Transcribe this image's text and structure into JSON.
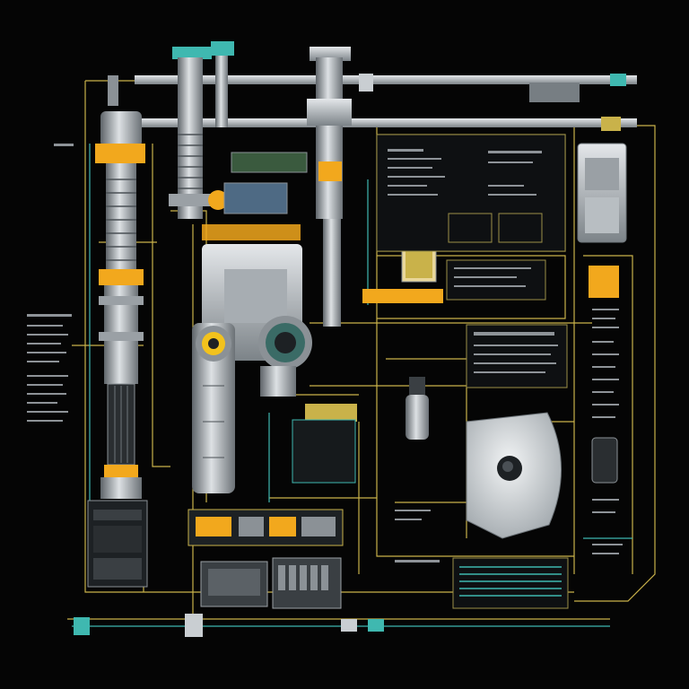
{
  "diagram": {
    "kind": "technical-schematic",
    "text_legible": false,
    "colors": {
      "background": "#050505",
      "wire_yellow": "#c9b24a",
      "wire_teal": "#3fb8b0",
      "metal_light": "#c9ced2",
      "metal_dark": "#6f767b",
      "accent_orange": "#f2a81d",
      "panel_dark": "#141618",
      "panel_border": "#9c9048",
      "text_gray": "#8e9398"
    },
    "components": [
      {
        "id": "left-column",
        "label": ""
      },
      {
        "id": "top-manifold",
        "label": ""
      },
      {
        "id": "center-vertical-pipe",
        "label": ""
      },
      {
        "id": "right-vertical-pipe",
        "label": ""
      },
      {
        "id": "pump-housing",
        "label": ""
      },
      {
        "id": "cylinder-tank",
        "label": ""
      },
      {
        "id": "turbine-disc",
        "label": ""
      },
      {
        "id": "battery-module-left",
        "label": ""
      },
      {
        "id": "battery-module-right",
        "label": ""
      },
      {
        "id": "control-box-top-right",
        "label": ""
      },
      {
        "id": "bottom-rail",
        "label": ""
      }
    ]
  }
}
